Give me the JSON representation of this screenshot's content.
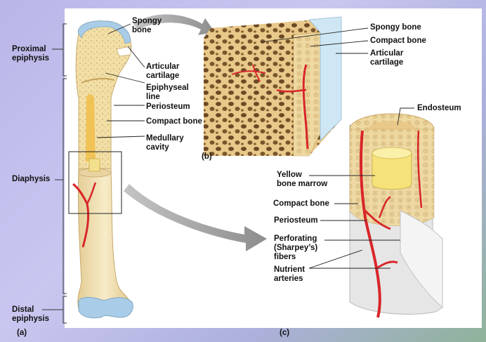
{
  "labels": {
    "proximal_epiphysis": "Proximal\nepiphysis",
    "diaphysis": "Diaphysis",
    "distal_epiphysis": "Distal\nepiphysis",
    "panel_a": "(a)",
    "panel_b": "(b)",
    "panel_c": "(c)",
    "a_spongy_bone": "Spongy\nbone",
    "a_articular_cartilage": "Articular\ncartilage",
    "a_epiphyseal_line": "Epiphyseal\nline",
    "a_periosteum": "Periosteum",
    "a_compact_bone": "Compact bone",
    "a_medullary_cavity": "Medullary\ncavity",
    "b_spongy_bone": "Spongy bone",
    "b_compact_bone": "Compact bone",
    "b_articular_cartilage": "Articular\ncartilage",
    "c_endosteum": "Endosteum",
    "c_yellow_bone_marrow": "Yellow\nbone marrow",
    "c_compact_bone": "Compact bone",
    "c_periosteum": "Periosteum",
    "c_perforating_fibers": "Perforating\n(Sharpey’s)\nfibers",
    "c_nutrient_arteries": "Nutrient\narteries"
  },
  "colors": {
    "bone": "#f2dfa6",
    "bone_dark": "#e1c47e",
    "cartilage": "#a9cde8",
    "artery": "#d8262a",
    "marrow": "#f5e27a",
    "periosteum": "#e6e6e6",
    "arrow": "#9a9a9a"
  }
}
